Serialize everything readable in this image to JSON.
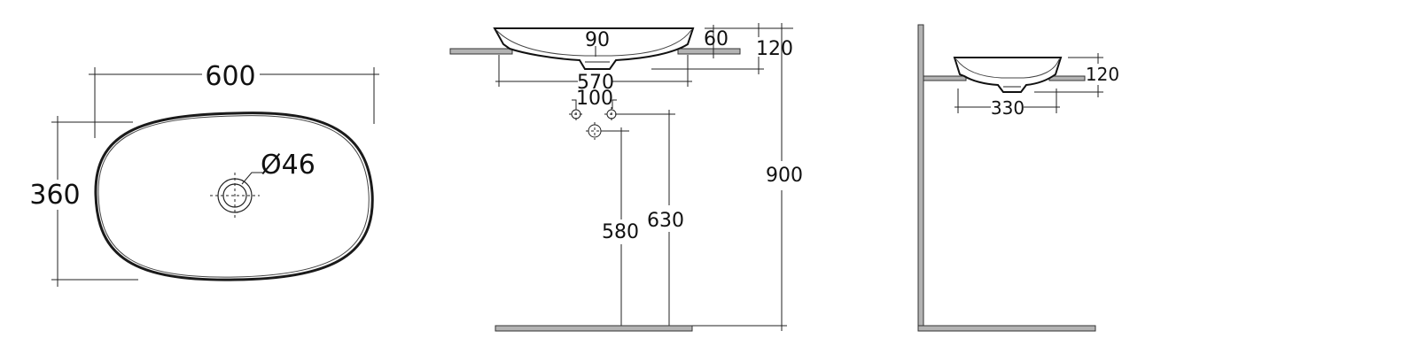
{
  "diagram": {
    "title": "Oval countertop basin technical drawing",
    "units": "mm",
    "top_view": {
      "width_label": "600",
      "depth_label": "360",
      "waste_label": "Ø46"
    },
    "front_view": {
      "bowl_depth_label": "90",
      "overhang_label": "60",
      "height_label": "120",
      "inner_width_label": "570",
      "tap_spacing_label": "100",
      "waste_height_label": "580",
      "supply_height_label": "630",
      "counter_height_label": "900"
    },
    "side_view": {
      "height_label": "120",
      "depth_label": "330"
    }
  }
}
